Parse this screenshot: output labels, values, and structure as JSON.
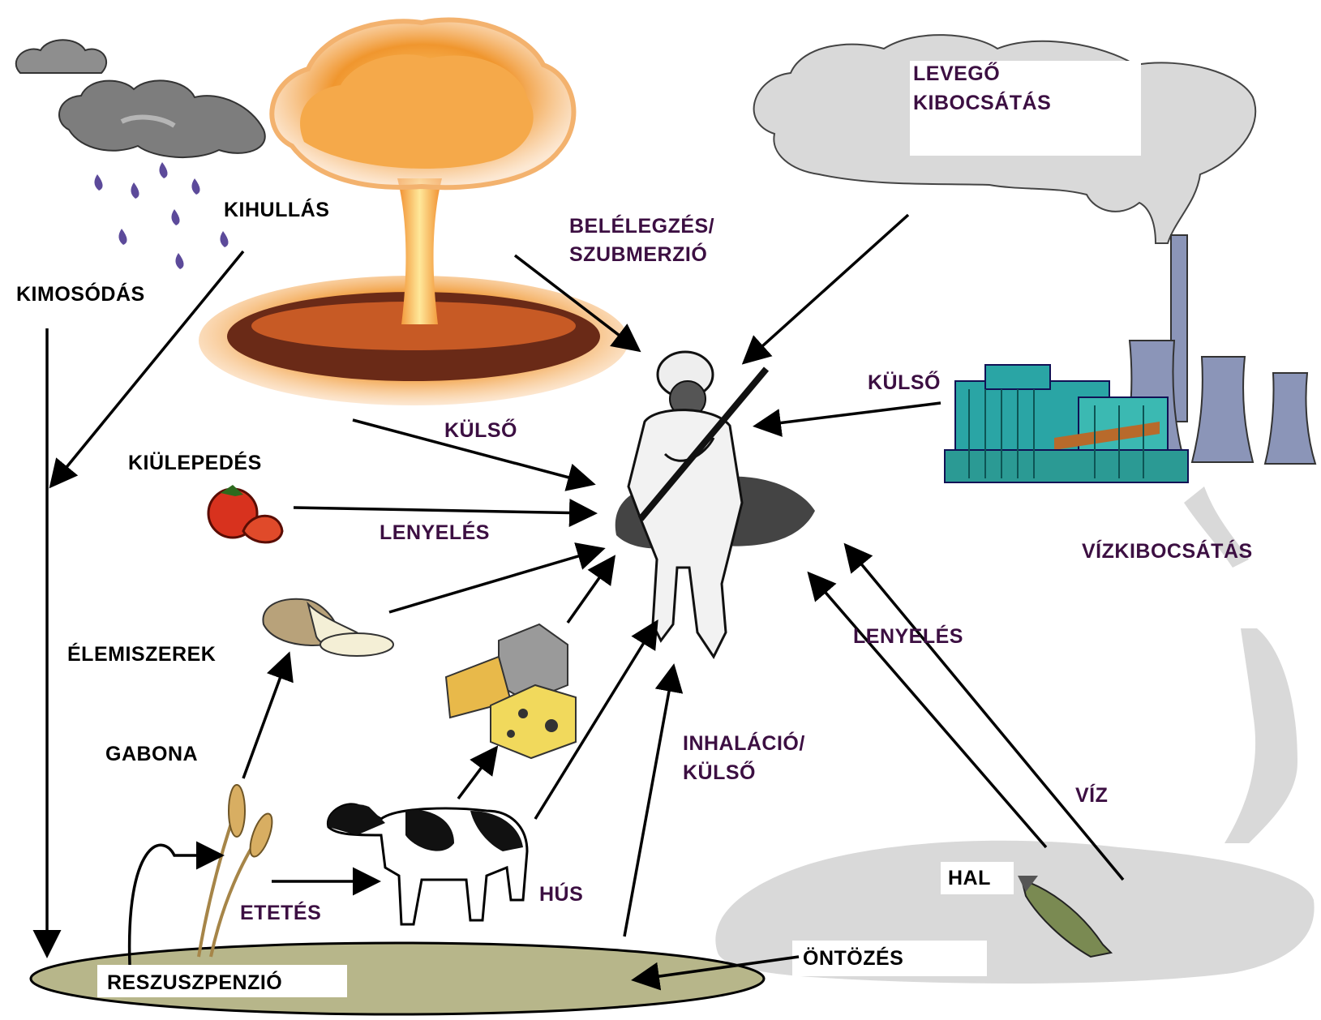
{
  "labels": {
    "kihullas": "KIHULLÁS",
    "kimosodas": "KIMOSÓDÁS",
    "kiulepedes": "KIÜLEPEDÉS",
    "elemiszerek": "ÉLEMISZEREK",
    "gabona": "GABONA",
    "reszuszpenzio": "RESZUSZPENZIÓ",
    "levego_1": "LEVEGŐ",
    "levego_2": "KIBOCSÁTÁS",
    "vizkibocsatas": "VÍZKIBOCSÁTÁS",
    "hal": "HAL",
    "ontozes": "ÖNTÖZÉS"
  },
  "pathways": {
    "belelegzes_1": "BELÉLEGZÉS/",
    "belelegzes_2": "SZUBMERZIÓ",
    "kulso_left": "KÜLSŐ",
    "kulso_right": "KÜLSŐ",
    "lenyeles_left": "LENYELÉS",
    "lenyeles_right": "LENYELÉS",
    "inhalacio_1": "INHALÁCIÓ/",
    "inhalacio_2": "KÜLSŐ",
    "etetes": "ETETÉS",
    "hus": "HÚS",
    "viz": "VÍZ"
  },
  "colors": {
    "text_black": "#000000",
    "text_purple": "#3c0f42",
    "ground": "#b7b68a",
    "smoke": "#d9d9d9",
    "fire": "#f08a2a",
    "factory": "#2aa5a5"
  },
  "icons": [
    "rain-cloud-icon",
    "mushroom-cloud-icon",
    "soldier-icon",
    "power-plant-icon",
    "tomato-icon",
    "bread-icon",
    "cheese-milk-icon",
    "cow-icon",
    "wheat-icon",
    "fish-icon"
  ]
}
